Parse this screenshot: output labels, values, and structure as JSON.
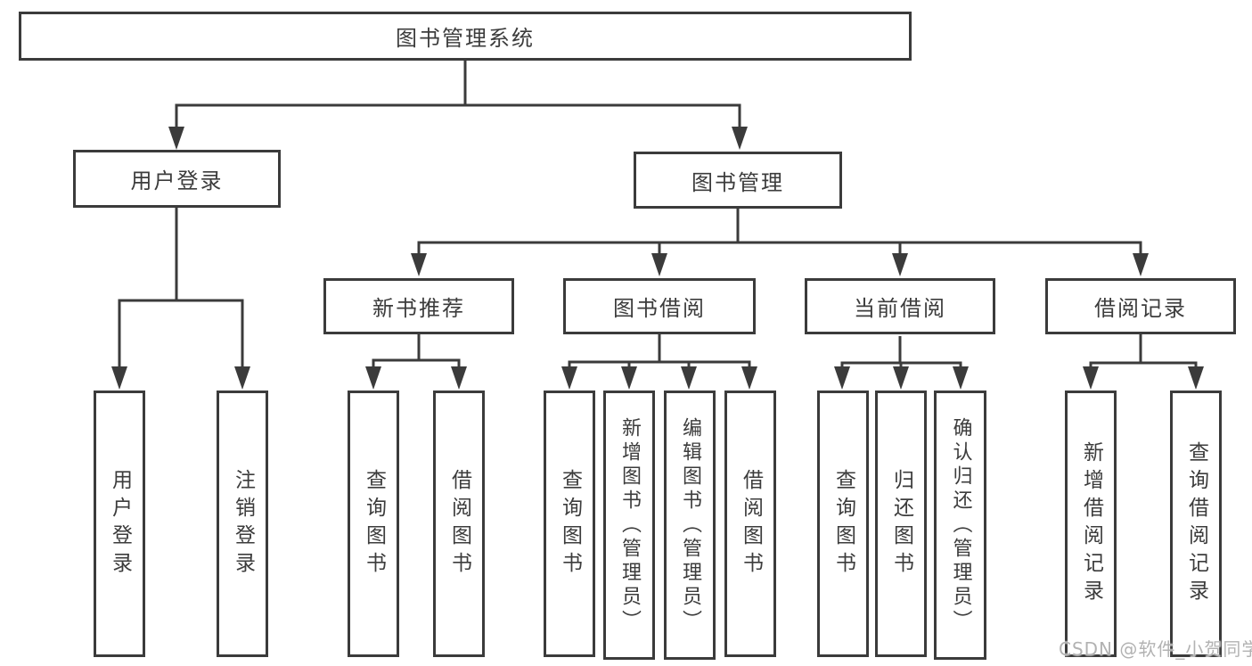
{
  "diagram": {
    "colors": {
      "line": "#3b3b3b",
      "box_border": "#3b3b3b",
      "text": "#3c3c3c",
      "watermark": "#b2b2b2",
      "background": "#ffffff"
    },
    "watermark": "CSDN @软件_小贺同学",
    "tree": {
      "root": {
        "label": "图书管理系统"
      },
      "user_login": {
        "label": "用户登录",
        "children": {
          "login": {
            "label": "用户登录"
          },
          "logout": {
            "label": "注销登录"
          }
        }
      },
      "book_mgmt": {
        "label": "图书管理",
        "children": {
          "new_book_rec": {
            "label": "新书推荐",
            "children": {
              "query_books": {
                "label": "查询图书"
              },
              "borrow_books": {
                "label": "借阅图书"
              }
            }
          },
          "book_borrow": {
            "label": "图书借阅",
            "children": {
              "query_books": {
                "label": "查询图书"
              },
              "add_books": {
                "label": "新增图书（管理员）"
              },
              "edit_books": {
                "label": "编辑图书（管理员）"
              },
              "borrow_books": {
                "label": "借阅图书"
              }
            }
          },
          "current_borrow": {
            "label": "当前借阅",
            "children": {
              "query_books": {
                "label": "查询图书"
              },
              "return_books": {
                "label": "归还图书"
              },
              "confirm_return": {
                "label": "确认归还（管理员）"
              }
            }
          },
          "borrow_records": {
            "label": "借阅记录",
            "children": {
              "add_record": {
                "label": "新增借阅记录"
              },
              "query_record": {
                "label": "查询借阅记录"
              }
            }
          }
        }
      }
    }
  }
}
